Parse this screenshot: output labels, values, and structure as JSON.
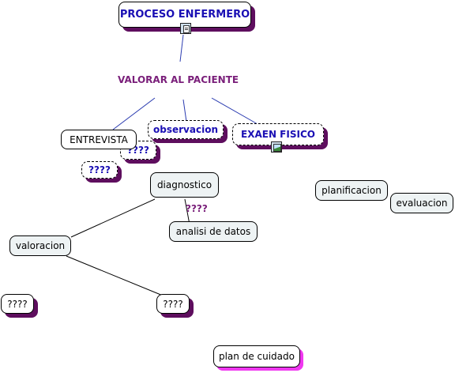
{
  "map": {
    "root": "PROCESO ENFERMERO",
    "valorar": "VALORAR AL PACIENTE",
    "entrevista": "ENTREVISTA",
    "entrevista_sub": "????",
    "observacion": "observacion",
    "observacion_sub": "????",
    "examen_fisico": "EXAEN FISICO",
    "diagnostico": "diagnostico",
    "diagnostico_link": "????",
    "analisis": "analisi de datos",
    "valoracion": "valoracion",
    "left_unknown": "????",
    "bottom_unknown": "????",
    "planificacion": "planificacion",
    "evaluacion": "evaluacion",
    "plan_cuidado": "plan de cuidado"
  },
  "colors": {
    "shadow_purple": "#5e0e5e",
    "shadow_magenta": "#f037f0",
    "title_blue": "#1a0fb4",
    "link_purple": "#7a1f7a",
    "node_grey": "#eef3f4",
    "line_blue": "#2a3bb0"
  },
  "icons": [
    "document-icon",
    "image-icon"
  ]
}
